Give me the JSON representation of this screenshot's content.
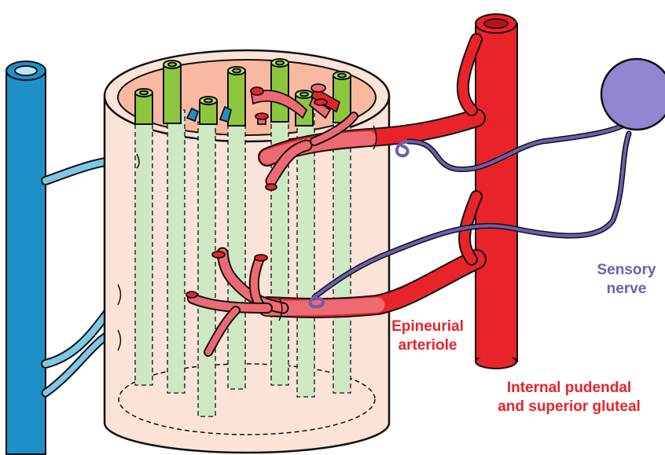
{
  "colors": {
    "vein": "#1e90c8",
    "vein_light": "#7cc8e8",
    "artery": "#e8232a",
    "arteriole": "#ee6a72",
    "nerve": "#6a5fb0",
    "nerve_fill": "#8f86d0",
    "fascicle": "#8cc63e",
    "fascicle_ghost": "#cfe8c4",
    "epineurium": "#fbe3d8",
    "epineurium_top": "#f9b9a0",
    "label_blue": "#6a5fb0",
    "label_red": "#e8232a"
  },
  "labels": {
    "sensory_nerve": [
      "Sensory",
      "nerve"
    ],
    "epineurial_arteriole": [
      "Epineurial",
      "arteriole"
    ],
    "internal_pudendal": [
      "Internal pudendal",
      "and superior gluteal"
    ]
  },
  "icons": {
    "vein": "vein-tube",
    "artery": "artery-tube",
    "nerve": "sensory-nerve-ganglion",
    "fascicles": "nerve-fascicles"
  }
}
